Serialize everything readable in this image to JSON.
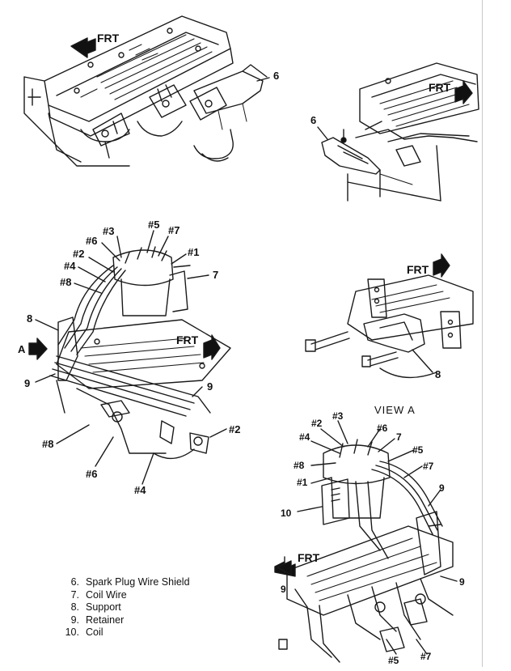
{
  "view_title": "VIEW A",
  "direction_label": "FRT",
  "panel_top_left": {
    "callouts": [
      "6"
    ]
  },
  "panel_top_right": {
    "callouts": [
      "6"
    ]
  },
  "panel_mid_left": {
    "callouts": [
      "#3",
      "#5",
      "#7",
      "#6",
      "#1",
      "#2",
      "#4",
      "7",
      "#8",
      "8",
      "A",
      "9",
      "9",
      "#2",
      "#8",
      "#6",
      "#4"
    ]
  },
  "panel_mid_right": {
    "callouts": [
      "8"
    ]
  },
  "panel_view_a": {
    "callouts": [
      "#3",
      "#2",
      "#6",
      "#4",
      "7",
      "#5",
      "#8",
      "#7",
      "#1",
      "9",
      "10",
      "9",
      "9",
      "#5",
      "#7"
    ]
  },
  "legend": [
    {
      "num": "6.",
      "label": "Spark Plug Wire Shield"
    },
    {
      "num": "7.",
      "label": "Coil Wire"
    },
    {
      "num": "8.",
      "label": "Support"
    },
    {
      "num": "9.",
      "label": "Retainer"
    },
    {
      "num": "10.",
      "label": "Coil"
    }
  ]
}
